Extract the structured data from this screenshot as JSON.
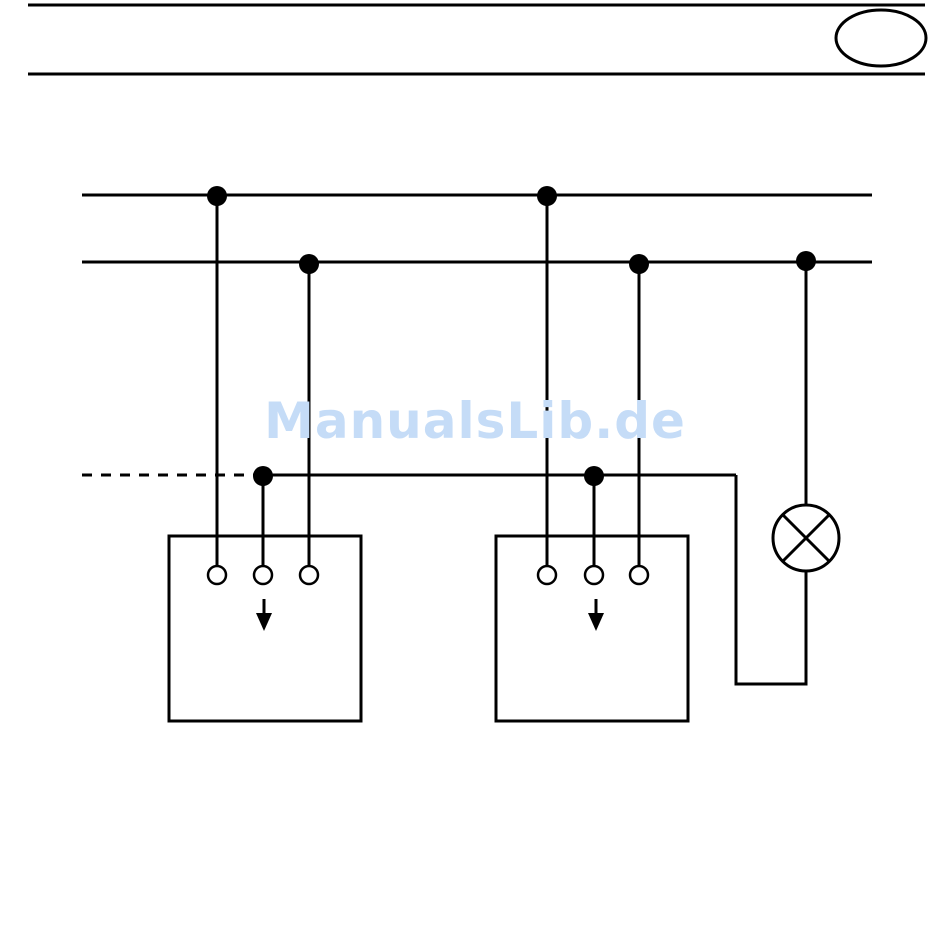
{
  "header": {
    "badge_label": ""
  },
  "diagram": {
    "switch_units": [
      {
        "name": "switch-left"
      },
      {
        "name": "switch-right"
      }
    ],
    "lamp": {
      "symbol": "lamp-cross"
    }
  },
  "watermark": {
    "text": "ManualsLib.de",
    "color": "#c5dcf7"
  },
  "colors": {
    "line": "#000000",
    "background": "#ffffff"
  }
}
